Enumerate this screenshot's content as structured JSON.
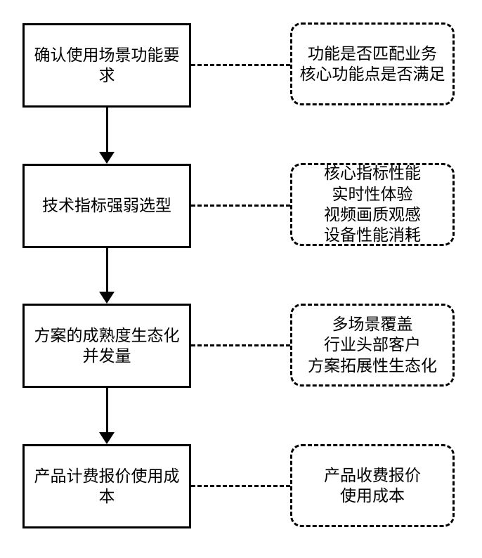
{
  "diagram": {
    "title": "product-selection-flowchart",
    "colors": {
      "line": "#000000",
      "text": "#000000",
      "background": "#ffffff"
    },
    "rows": [
      {
        "step": "确认使用场景功能要\n求",
        "note": "功能是否匹配业务\n核心功能点是否满足"
      },
      {
        "step": "技术指标强弱选型",
        "note": "核心指标性能\n实时性体验\n视频画质观感\n设备性能消耗"
      },
      {
        "step": "方案的成熟度生态化\n并发量",
        "note": "多场景覆盖\n行业头部客户\n方案拓展性生态化"
      },
      {
        "step": "产品计费报价使用成\n本",
        "note": "产品收费报价\n使用成本"
      }
    ]
  }
}
